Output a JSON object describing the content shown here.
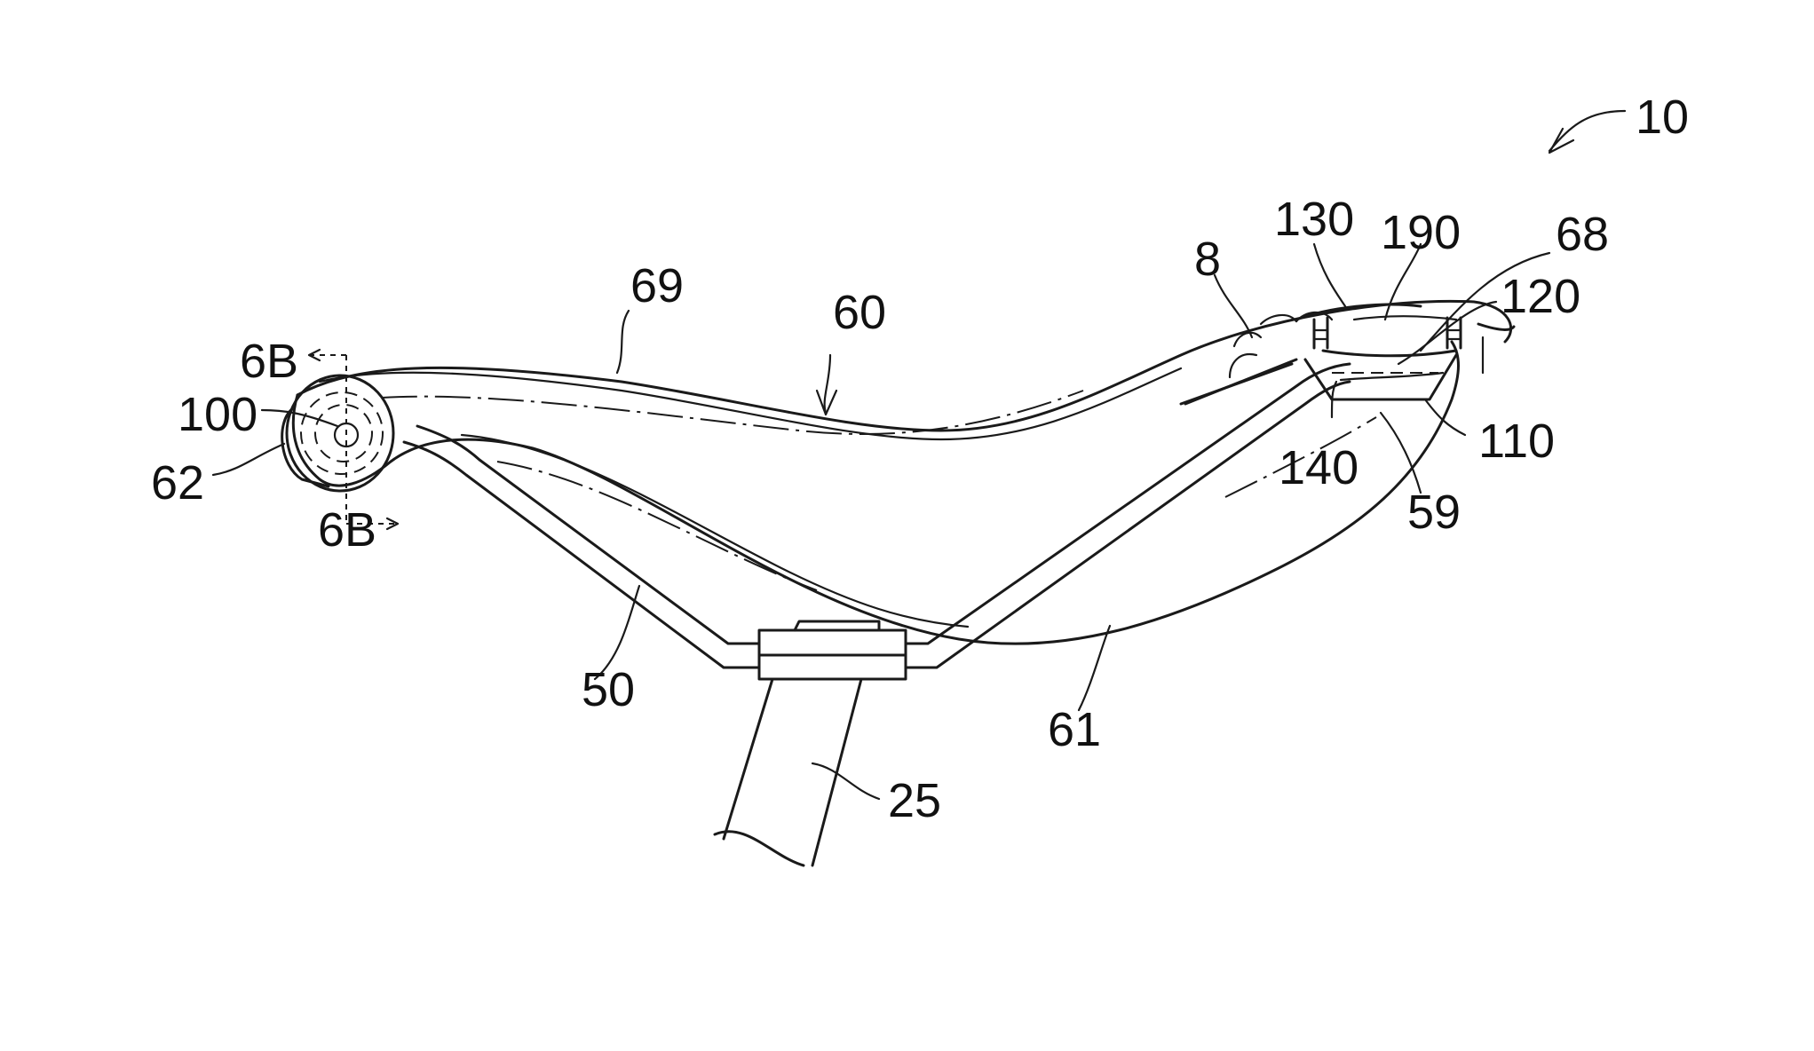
{
  "figure": {
    "labels": {
      "l10": "10",
      "l130": "130",
      "l190": "190",
      "l68": "68",
      "l8": "8",
      "l120": "120",
      "l69": "69",
      "l60": "60",
      "l6B_top": "6B",
      "l100": "100",
      "l62": "62",
      "l6B_bottom": "6B",
      "l140": "140",
      "l110": "110",
      "l59": "59",
      "l50": "50",
      "l61": "61",
      "l25": "25"
    }
  }
}
